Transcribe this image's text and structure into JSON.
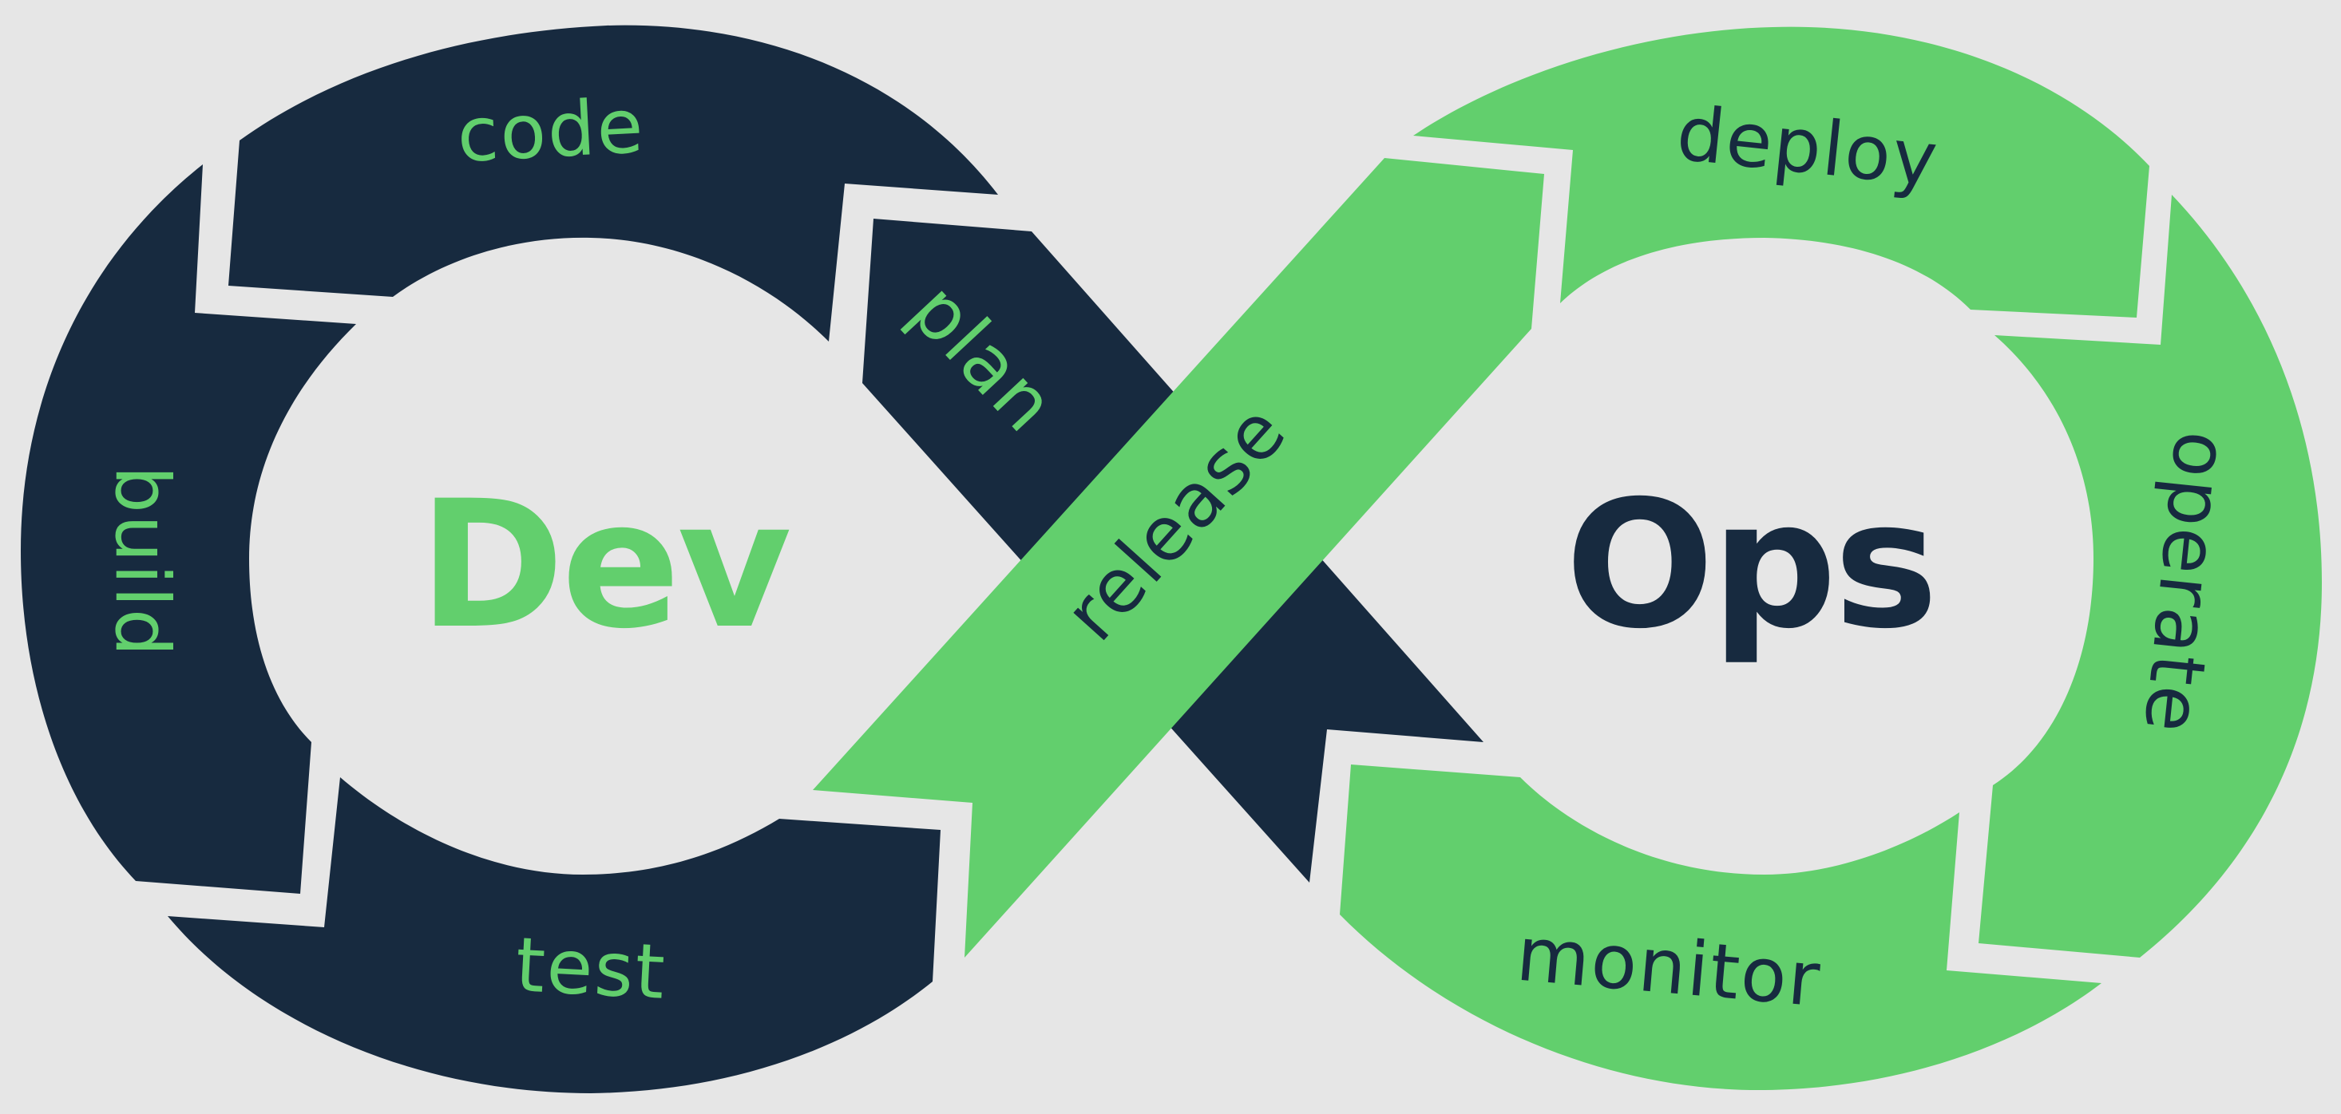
{
  "colors": {
    "background": "#e6e6e6",
    "dev_navy": "#172a3f",
    "ops_green": "#62cf6d",
    "hole": "#ebebeb"
  },
  "dev": {
    "title": "Dev",
    "phases": {
      "code": "code",
      "plan": "plan",
      "build": "build",
      "test": "test"
    }
  },
  "ops": {
    "title": "Ops",
    "phases": {
      "release": "release",
      "deploy": "deploy",
      "operate": "operate",
      "monitor": "monitor"
    }
  }
}
